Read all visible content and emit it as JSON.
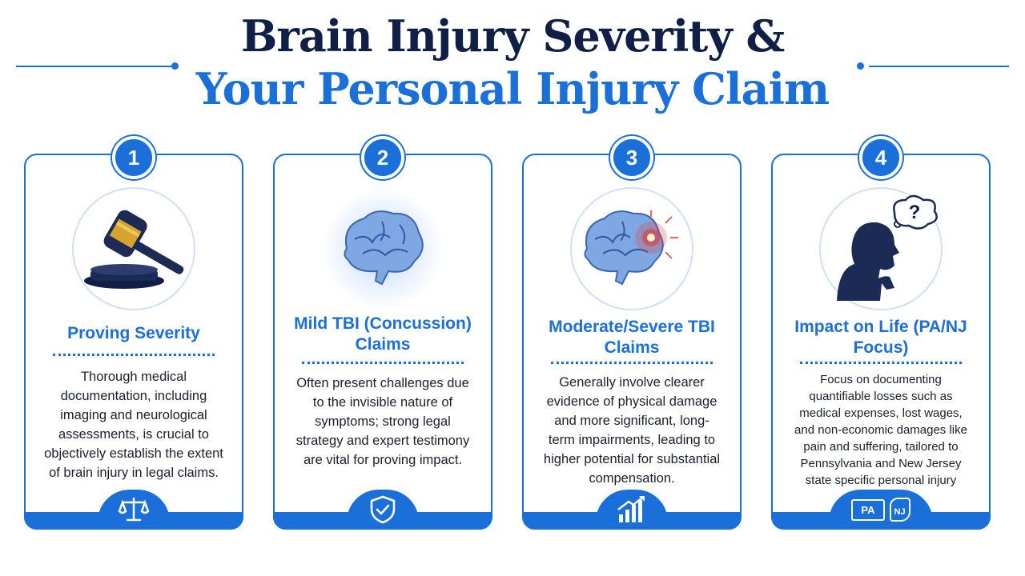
{
  "header": {
    "title_line1": "Brain Injury Severity &",
    "title_line2": "Your Personal Injury Claim"
  },
  "colors": {
    "accent": "#1a6fd8",
    "title_dark": "#0f1f45",
    "text": "#1a1f2e",
    "alert_red": "#e8322b"
  },
  "cards": [
    {
      "number": "1",
      "title": "Proving Severity",
      "illustration": "gavel-icon",
      "body": "Thorough medical documentation, including imaging and neurological assessments, is crucial to objectively establish the extent of brain injury in legal claims.",
      "footer_icon": "scales-icon"
    },
    {
      "number": "2",
      "title": "Mild TBI (Concussion) Claims",
      "illustration": "glowing-brain-icon",
      "body": "Often present challenges due to the invisible nature of symptoms; strong legal strategy and expert testimony are vital for proving impact.",
      "footer_icon": "shield-check-icon"
    },
    {
      "number": "3",
      "title": "Moderate/Severe TBI Claims",
      "illustration": "injured-brain-icon",
      "body": "Generally involve clearer evidence of physical damage and more significant, long-term impairments, leading to higher potential for substantial compensation.",
      "footer_icon": "rising-chart-icon"
    },
    {
      "number": "4",
      "title": "Impact on Life (PA/NJ Focus)",
      "illustration": "thinking-person-icon",
      "question_mark": "?",
      "body": "Focus on documenting quantifiable losses such as medical expenses, lost wages, and non-economic damages like pain and suffering, tailored to Pennsylvania and New Jersey state specific personal injury laws.",
      "footer_icon": "state-maps-icon",
      "footer_labels": [
        "PA",
        "NJ"
      ]
    }
  ]
}
